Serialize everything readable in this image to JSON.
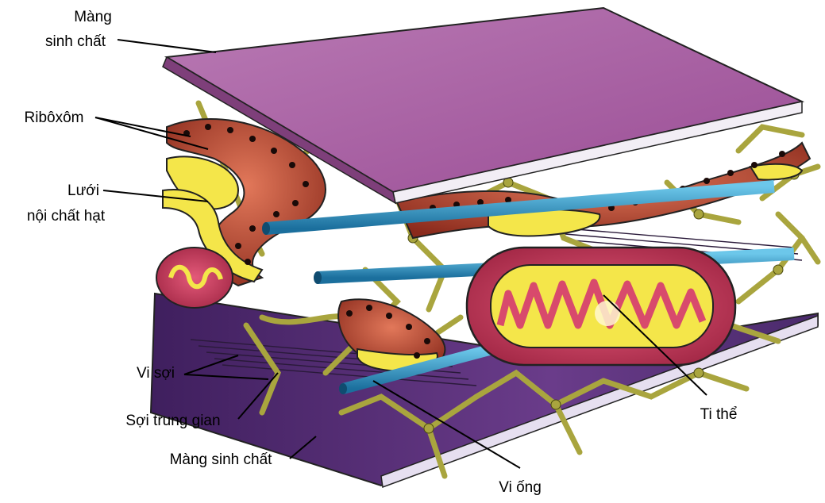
{
  "labels": {
    "top_membrane": [
      "Màng",
      "sinh chất"
    ],
    "ribosome": "Ribôxôm",
    "rough_er": [
      "Lưới",
      "nội chất hạt"
    ],
    "microfilament": "Vi sợi",
    "intermediate_filament": "Sợi trung gian",
    "bottom_membrane": "Màng sinh chất",
    "mitochondrion": "Ti thể",
    "microtubule": "Vi ống"
  },
  "colors": {
    "membrane": "#a4589f",
    "membrane_top": "#b070aa",
    "bottom_membrane": "#4c2a6e",
    "er": "#b8402c",
    "er_lumen": "#f4e64a",
    "cytoskeleton": "#a9a53e",
    "microtubule": "#2f9ccd",
    "mitochondrion": "#c8385a"
  }
}
